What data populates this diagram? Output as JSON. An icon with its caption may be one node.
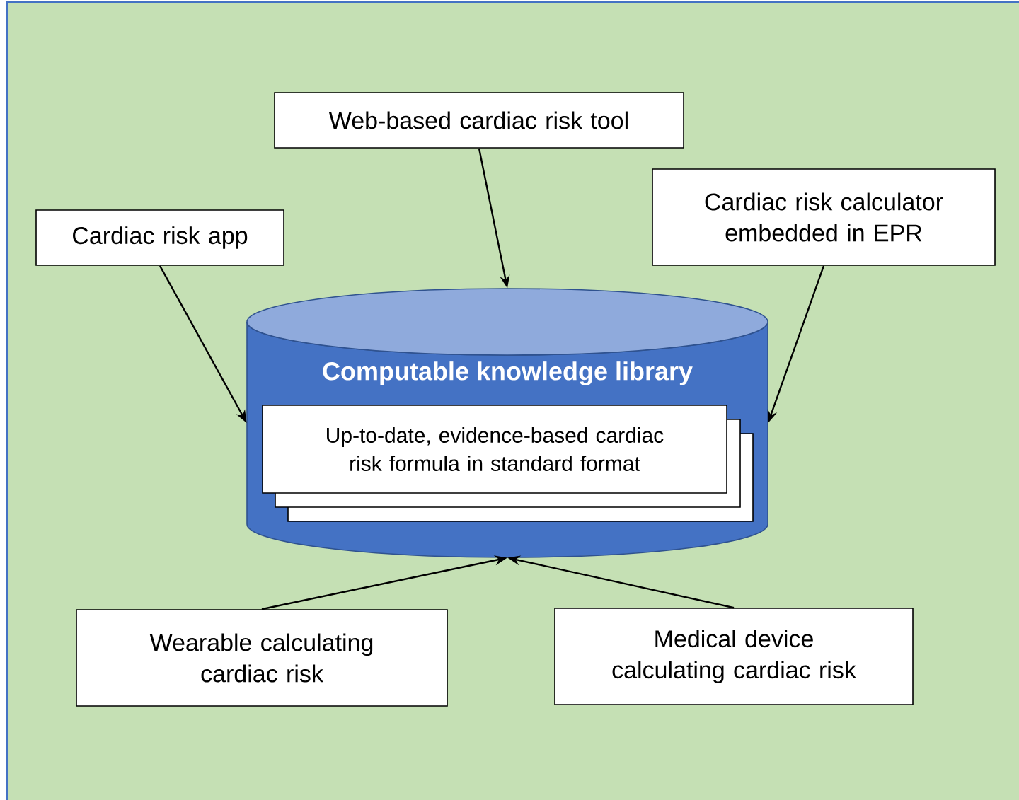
{
  "diagram": {
    "nodes": [
      {
        "text": [
          "Web-based cardiac risk tool"
        ]
      },
      {
        "text": [
          "Cardiac risk app"
        ]
      },
      {
        "text": [
          "Cardiac risk calculator embedded in EPR"
        ]
      },
      {
        "text": [
          "Computable knowledge library"
        ]
      },
      {
        "text": [
          "Up-to-date, evidence-based cardiac risk formula in standard format"
        ],
        "in": 3
      },
      {
        "text": [
          "Wearable calculating cardiac risk"
        ]
      },
      {
        "text": [
          "Medical device calculating cardiac risk"
        ]
      }
    ],
    "edges": [
      {
        "from": 0,
        "to": 3,
        "arrow": "to"
      },
      {
        "from": 1,
        "to": 3,
        "arrow": "to"
      },
      {
        "from": 2,
        "to": 3,
        "arrow": "to"
      },
      {
        "from": 5,
        "to": 3,
        "arrow": "to"
      },
      {
        "from": 6,
        "to": 3,
        "arrow": "to"
      }
    ]
  }
}
